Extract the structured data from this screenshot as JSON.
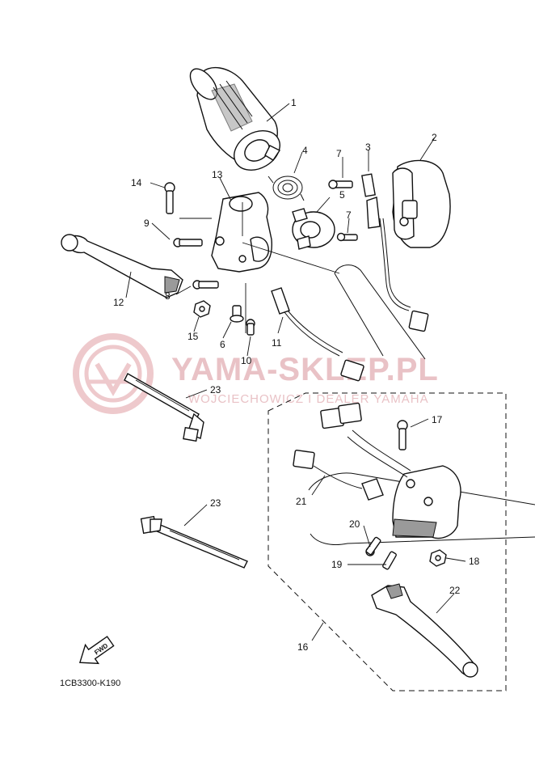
{
  "diagram": {
    "drawing_code": "1CB3300-K190",
    "fwd_label": "FWD",
    "callouts": [
      "1",
      "2",
      "3",
      "4",
      "5",
      "6",
      "7",
      "7",
      "8",
      "9",
      "10",
      "11",
      "12",
      "13",
      "14",
      "15",
      "16",
      "17",
      "18",
      "19",
      "20",
      "21",
      "22",
      "23",
      "23"
    ]
  },
  "watermark": {
    "main": "YAMA-SKLEP.PL",
    "sub": "WOJCIECHOWICZ I DEALER YAMAHA",
    "color": "#e9c2c6"
  }
}
